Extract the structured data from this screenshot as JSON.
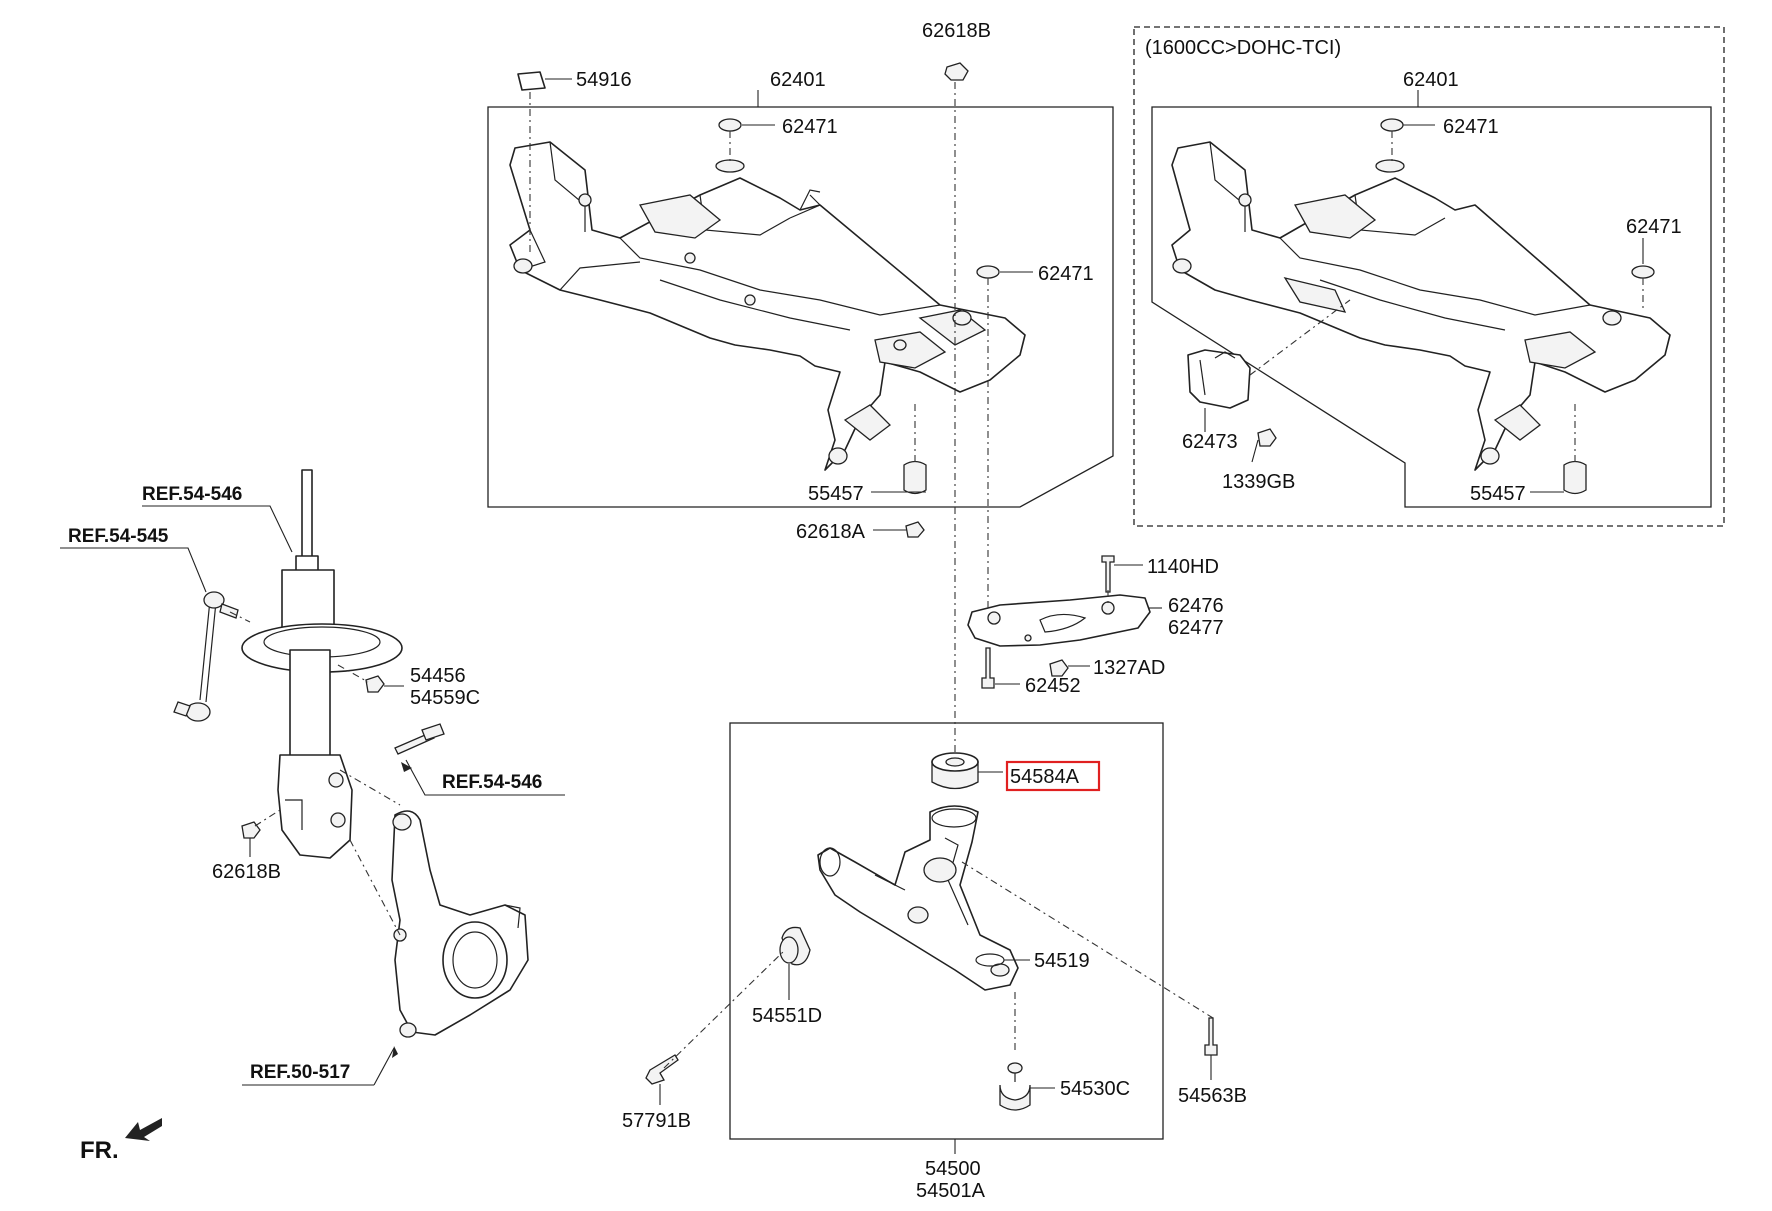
{
  "variant_label": "(1600CC>DOHC-TCI)",
  "labels": {
    "p62618b_top": "62618B",
    "p54916": "54916",
    "p62401_main": "62401",
    "p62471_a": "62471",
    "p62471_b": "62471",
    "p55457_main": "55457",
    "p62618a": "62618A",
    "p62401_alt": "62401",
    "p62471_alt_a": "62471",
    "p62471_alt_b": "62471",
    "p62473": "62473",
    "p1339gb": "1339GB",
    "p55457_alt": "55457",
    "p1140hd": "1140HD",
    "p62476": "62476",
    "p62477": "62477",
    "p1327ad": "1327AD",
    "p62452": "62452",
    "p54584a": "54584A",
    "p54519": "54519",
    "p54551d": "54551D",
    "p54530c": "54530C",
    "p54563b": "54563B",
    "p57791b": "57791B",
    "p54500": "54500",
    "p54501a": "54501A",
    "p54456": "54456",
    "p54559c": "54559C",
    "p62618b_left": "62618B",
    "ref_54_546_top": "REF.54-546",
    "ref_54_545": "REF.54-545",
    "ref_54_546_mid": "REF.54-546",
    "ref_50_517": "REF.50-517",
    "fr": "FR."
  },
  "highlighted_part": "54584A",
  "colors": {
    "highlight": "#e02020",
    "line": "#222222",
    "background": "#ffffff"
  }
}
